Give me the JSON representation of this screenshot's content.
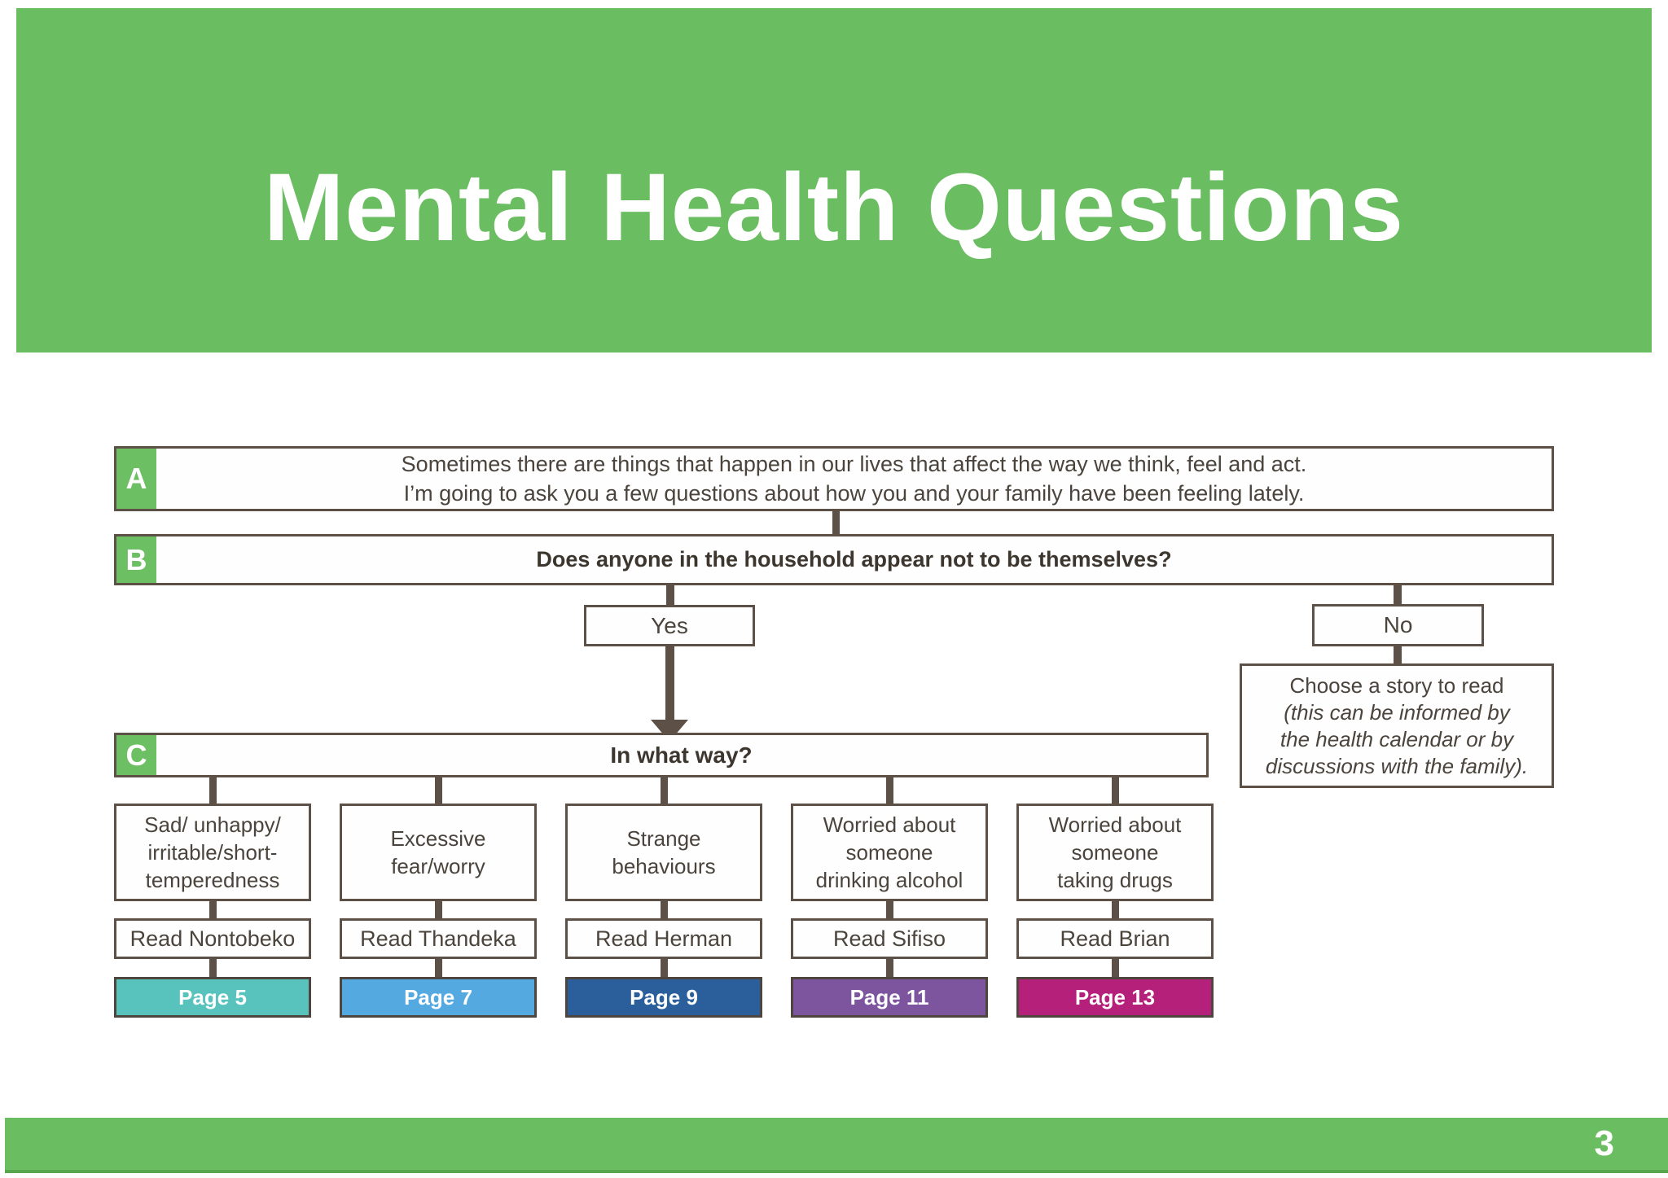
{
  "slide": {
    "title": "Mental Health Questions",
    "page_number": "3"
  },
  "colors": {
    "banner_green": "#6abe61",
    "tab_green": "#6cbf63",
    "line_brown": "#5d5047",
    "page5": "#58c3bd",
    "page7": "#54a9e0",
    "page9": "#2a5f9b",
    "page11": "#7d549e",
    "page13": "#b5207a"
  },
  "flowchart": {
    "box_a": {
      "label": "A",
      "text": "Sometimes there are things that happen in our lives that affect the way we think, feel and act.\nI’m going to ask you a few questions about how you and your family have been feeling lately."
    },
    "box_b": {
      "label": "B",
      "text": "Does anyone in the household appear not to be themselves?"
    },
    "yes_label": "Yes",
    "no_label": "No",
    "choose_box": {
      "line1": "Choose a story to read",
      "italic_lines": "(this can be informed by\nthe health calendar or by\ndiscussions with the family)."
    },
    "box_c": {
      "label": "C",
      "text": "In what way?"
    },
    "columns": [
      {
        "symptom": "Sad/ unhappy/\nirritable/short-\ntemperedness",
        "read": "Read Nontobeko",
        "page": "Page 5",
        "color": "#58c3bd"
      },
      {
        "symptom": "Excessive\nfear/worry",
        "read": "Read Thandeka",
        "page": "Page 7",
        "color": "#54a9e0"
      },
      {
        "symptom": "Strange\nbehaviours",
        "read": "Read Herman",
        "page": "Page 9",
        "color": "#2a5f9b"
      },
      {
        "symptom": "Worried about\nsomeone\ndrinking alcohol",
        "read": "Read Sifiso",
        "page": "Page 11",
        "color": "#7d549e"
      },
      {
        "symptom": "Worried about\nsomeone\ntaking drugs",
        "read": "Read Brian",
        "page": "Page 13",
        "color": "#b5207a"
      }
    ]
  }
}
